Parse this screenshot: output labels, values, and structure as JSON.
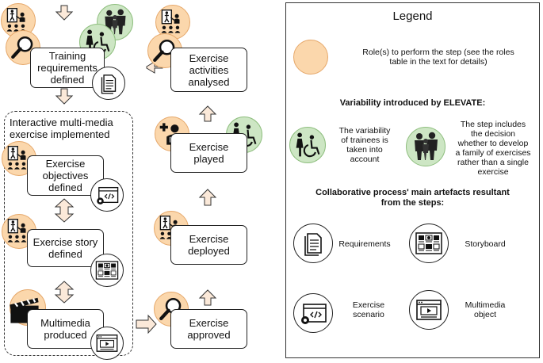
{
  "steps": {
    "training": "Training\nrequirements\ndefined",
    "group_label": "Interactive multi-media\nexercise implemented",
    "objectives": "Exercise\nobjectives\ndefined",
    "story": "Exercise story\ndefined",
    "multimedia": "Multimedia\nproduced",
    "approved": "Exercise\napproved",
    "deployed": "Exercise\ndeployed",
    "played": "Exercise\nplayed",
    "analysed": "Exercise\nactivities\nanalysed"
  },
  "legend": {
    "title": "Legend",
    "roles_text": "Role(s) to perform the step (see the roles\ntable in the text for details)",
    "variability_heading": "Variability introduced by ELEVATE:",
    "trainees_text": "The variability\nof trainees is\ntaken into\naccount",
    "family_text": "The step includes\nthe decision\nwhether to develop\na family of exercises\nrather than a single\nexercise",
    "artefacts_heading": "Collaborative process' main artefacts resultant\nfrom the steps:",
    "requirements": "Requirements",
    "storyboard": "Storyboard",
    "scenario": "Exercise\nscenario",
    "multimedia_object": "Multimedia\nobject"
  },
  "colors": {
    "role_fill": "#fbd7ac",
    "variability_fill": "#cde6c4",
    "arrow_fill": "#fbe9d9"
  },
  "icons": [
    "trainer-icon",
    "magnifier-icon",
    "group-icon",
    "wheelchair-icon",
    "document-icon",
    "storyboard-icon",
    "scenario-icon",
    "multimedia-icon",
    "clapperboard-icon",
    "medic-icon"
  ]
}
